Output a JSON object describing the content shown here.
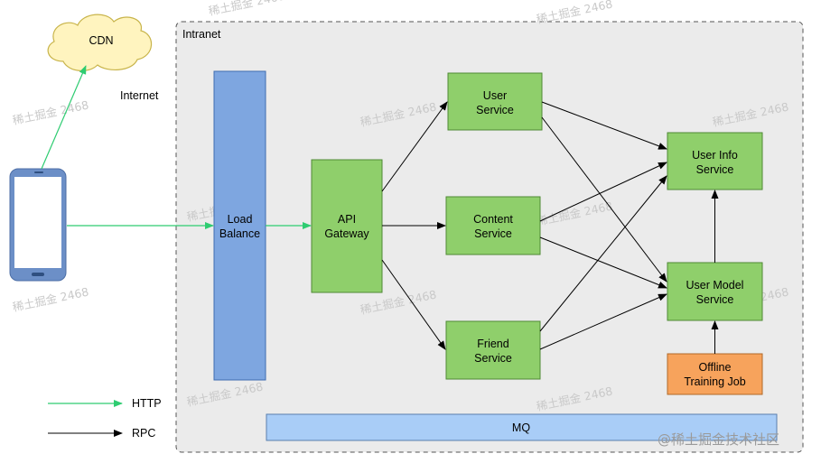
{
  "diagram": {
    "intranet_label": "Intranet",
    "internet_label": "Internet",
    "cdn_label": "CDN",
    "load_balance": [
      "Load",
      "Balance"
    ],
    "api_gateway": [
      "API",
      "Gateway"
    ],
    "user_service": [
      "User",
      "Service"
    ],
    "content_service": [
      "Content",
      "Service"
    ],
    "friend_service": [
      "Friend",
      "Service"
    ],
    "user_info_service": [
      "User Info",
      "Service"
    ],
    "user_model_service": [
      "User Model",
      "Service"
    ],
    "offline_training_job": [
      "Offline",
      "Training Job"
    ],
    "mq_label": "MQ"
  },
  "legend": {
    "http_label": "HTTP",
    "rpc_label": "RPC"
  },
  "colors": {
    "service_fill": "#8fcf6b",
    "service_stroke": "#4f8a34",
    "load_balance_fill": "#7ea6e0",
    "load_balance_stroke": "#3f6cb0",
    "mq_fill": "#a9cdf7",
    "mq_stroke": "#5a7fae",
    "offline_fill": "#f7a35c",
    "offline_stroke": "#b06a28",
    "cdn_fill": "#fff4bf",
    "cdn_stroke": "#c8b44a",
    "http_arrow": "#2ecc71",
    "rpc_arrow": "#000000",
    "intranet_fill": "#ebebeb"
  },
  "watermark": {
    "repeat_text": "稀土掘金 2468",
    "corner_text": "@稀土掘金技术社区"
  }
}
